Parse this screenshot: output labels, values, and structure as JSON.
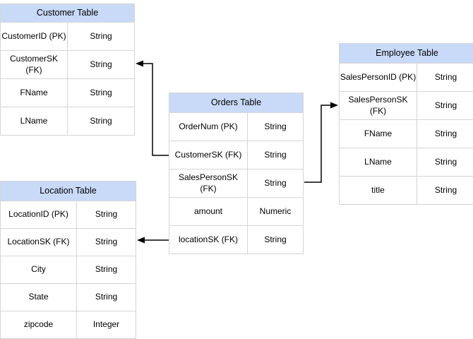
{
  "diagram": {
    "tables": [
      {
        "id": "customer",
        "title": "Customer Table",
        "rows": [
          {
            "field": "CustomerID (PK)",
            "type": "String"
          },
          {
            "field": "CustomerSK\n(FK)",
            "type": "String"
          },
          {
            "field": "FName",
            "type": "String"
          },
          {
            "field": "LName",
            "type": "String"
          }
        ]
      },
      {
        "id": "orders",
        "title": "Orders Table",
        "rows": [
          {
            "field": "OrderNum (PK)",
            "type": "String"
          },
          {
            "field": "CustomerSK (FK)",
            "type": "String"
          },
          {
            "field": "SalesPersonSK\n(FK)",
            "type": "String"
          },
          {
            "field": "amount",
            "type": "Numeric"
          },
          {
            "field": "locationSK (FK)",
            "type": "String"
          }
        ]
      },
      {
        "id": "employee",
        "title": "Employee Table",
        "rows": [
          {
            "field": "SalesPersonID (PK)",
            "type": "String"
          },
          {
            "field": "SalesPersonSK\n(FK)",
            "type": "String"
          },
          {
            "field": "FName",
            "type": "String"
          },
          {
            "field": "LName",
            "type": "String"
          },
          {
            "field": "title",
            "type": "String"
          }
        ]
      },
      {
        "id": "location",
        "title": "Location Table",
        "rows": [
          {
            "field": "LocationID (PK)",
            "type": "String"
          },
          {
            "field": "LocationSK (FK)",
            "type": "String"
          },
          {
            "field": "City",
            "type": "String"
          },
          {
            "field": "State",
            "type": "String"
          },
          {
            "field": "zipcode",
            "type": "Integer"
          }
        ]
      }
    ],
    "relationships": [
      {
        "from": "Orders Table.CustomerSK (FK)",
        "to": "Customer Table.CustomerSK (FK)"
      },
      {
        "from": "Orders Table.SalesPersonSK (FK)",
        "to": "Employee Table.SalesPersonSK (FK)"
      },
      {
        "from": "Orders Table.locationSK (FK)",
        "to": "Location Table.LocationSK (FK)"
      }
    ],
    "colors": {
      "header_fill": "#C9DAF8",
      "cell_border": "#D5D5D5",
      "connector": "#000000",
      "background": "#FFFFFF",
      "text": "#000000"
    }
  }
}
